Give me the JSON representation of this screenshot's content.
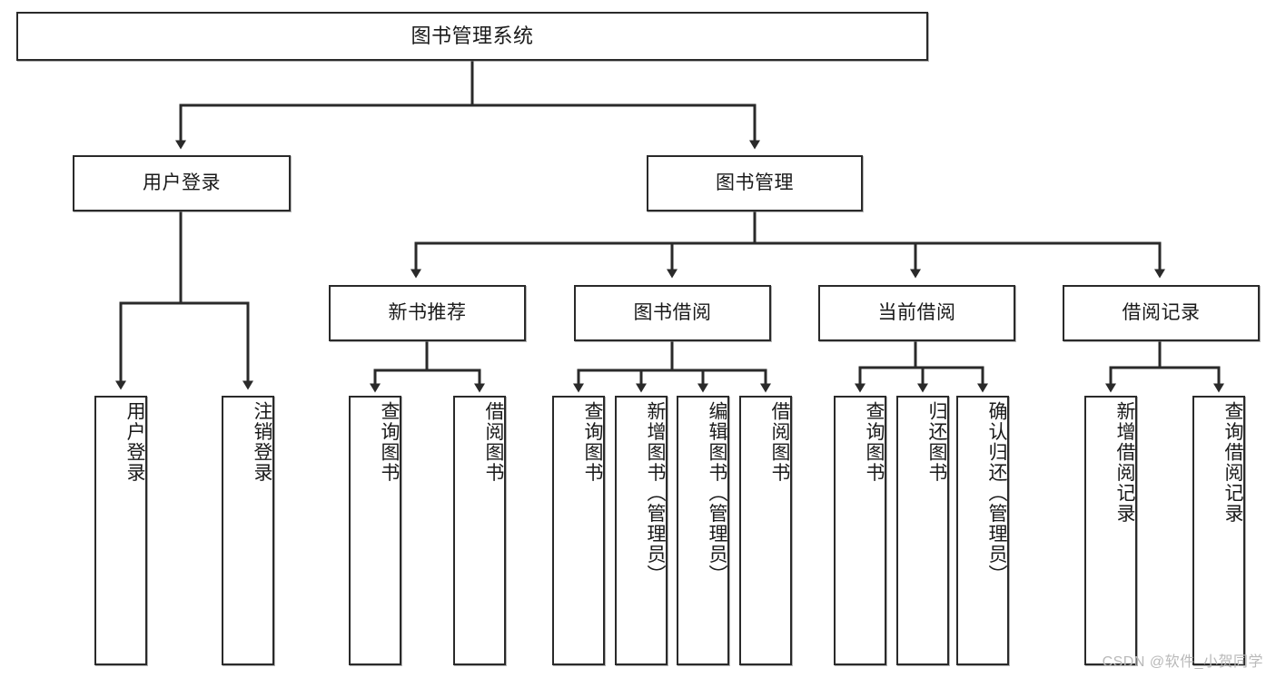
{
  "diagram": {
    "title": "图书管理系统",
    "type": "tree",
    "colors": {
      "box_stroke": "#2a2a2a",
      "connector": "#2a2a2a",
      "background": "#ffffff",
      "text": "#1a1a1a",
      "watermark": "#b9b9b9"
    },
    "root": {
      "id": "root",
      "label": "图书管理系统"
    },
    "level2": [
      {
        "id": "user-login",
        "label": "用户登录"
      },
      {
        "id": "book-manage",
        "label": "图书管理"
      }
    ],
    "level3": [
      {
        "id": "new-book-recommend",
        "label": "新书推荐"
      },
      {
        "id": "book-borrow",
        "label": "图书借阅"
      },
      {
        "id": "current-borrow",
        "label": "当前借阅"
      },
      {
        "id": "borrow-record",
        "label": "借阅记录"
      }
    ],
    "leaves": {
      "user_login": [
        {
          "id": "leaf-user-login",
          "label": "用户登录"
        },
        {
          "id": "leaf-logout-login",
          "label": "注销登录"
        }
      ],
      "new_book_recommend": [
        {
          "id": "leaf-query-book-1",
          "label": "查询图书"
        },
        {
          "id": "leaf-borrow-book-1",
          "label": "借阅图书"
        }
      ],
      "book_borrow": [
        {
          "id": "leaf-query-book-2",
          "label": "查询图书"
        },
        {
          "id": "leaf-add-book",
          "label": "新增图书（管理员）"
        },
        {
          "id": "leaf-edit-book",
          "label": "编辑图书（管理员）"
        },
        {
          "id": "leaf-borrow-book-2",
          "label": "借阅图书"
        }
      ],
      "current_borrow": [
        {
          "id": "leaf-query-book-3",
          "label": "查询图书"
        },
        {
          "id": "leaf-return-book",
          "label": "归还图书"
        },
        {
          "id": "leaf-confirm-return",
          "label": "确认归还（管理员）"
        }
      ],
      "borrow_record": [
        {
          "id": "leaf-add-record",
          "label": "新增借阅记录"
        },
        {
          "id": "leaf-query-record",
          "label": "查询借阅记录"
        }
      ]
    }
  },
  "watermark": "CSDN @软件_小贺同学"
}
